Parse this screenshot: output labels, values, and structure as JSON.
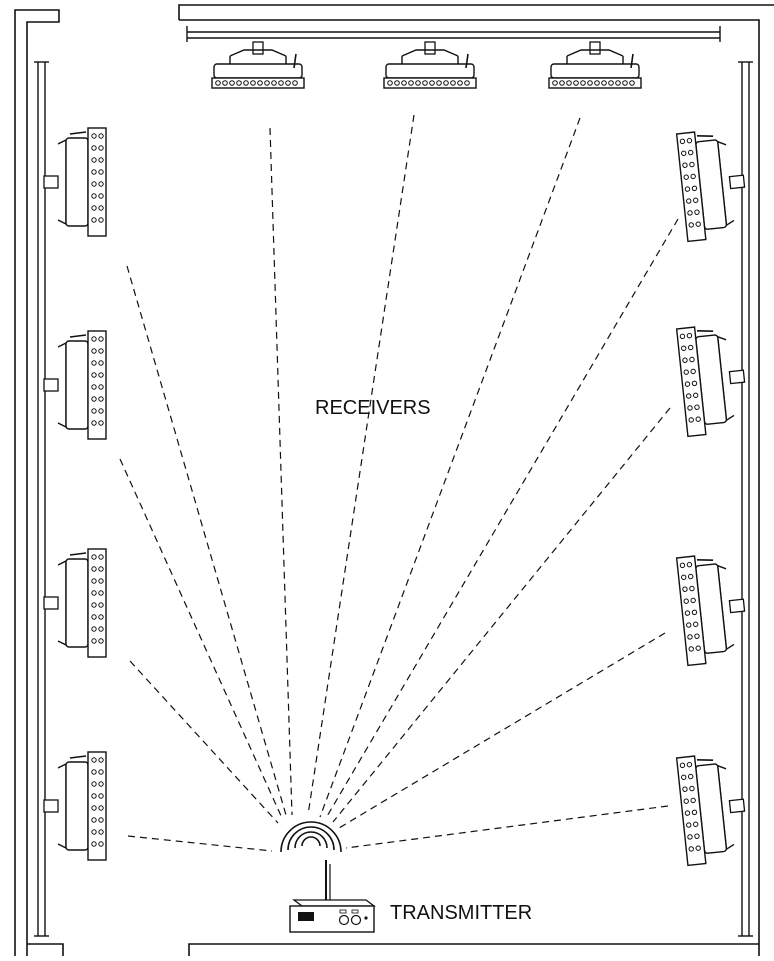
{
  "labels": {
    "receivers": "RECEIVERS",
    "transmitter": "TRANSMITTER"
  },
  "colors": {
    "ink": "#111111",
    "fixture_body": "#ffffff",
    "background": "#ffffff"
  },
  "diagram": {
    "receiver_count": 11,
    "receiver_groups": {
      "ceiling": 3,
      "left_wall": 4,
      "right_wall": 4
    },
    "transmitter_count": 1,
    "signal_link_style": "dashed",
    "transmitter_icon": "antenna-signal-icon"
  }
}
